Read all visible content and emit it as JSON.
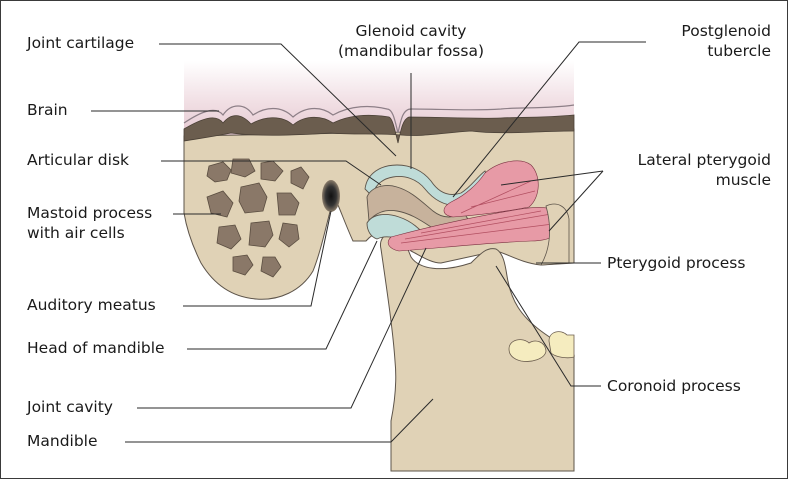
{
  "labels": {
    "joint_cartilage": "Joint cartilage",
    "brain": "Brain",
    "articular_disk": "Articular disk",
    "mastoid_process_line1": "Mastoid process",
    "mastoid_process_line2": "with air cells",
    "auditory_meatus": "Auditory meatus",
    "head_of_mandible": "Head of mandible",
    "joint_cavity": "Joint cavity",
    "mandible": "Mandible",
    "glenoid_cavity_line1": "Glenoid cavity",
    "glenoid_cavity_line2": "(mandibular fossa)",
    "postglenoid_line1": "Postglenoid",
    "postglenoid_line2": "tubercle",
    "lateral_pterygoid_line1": "Lateral pterygoid",
    "lateral_pterygoid_line2": "muscle",
    "pterygoid_process": "Pterygoid process",
    "coronoid_process": "Coronoid process"
  },
  "colors": {
    "brain": "#e8cfd6",
    "bone": "#e0d2b6",
    "bone_dark": "#6b5d4e",
    "cartilage": "#bfdcd8",
    "muscle": "#e79aa6",
    "tooth": "#f5ecbf"
  }
}
